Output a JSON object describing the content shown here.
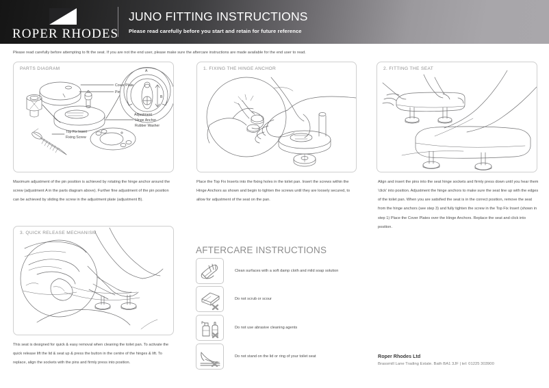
{
  "header": {
    "brand_name": "ROPER RHODES",
    "logo_icon": "diagonal-split-square-logo",
    "title": "JUNO FITTING INSTRUCTIONS",
    "subtitle": "Please read carefully before you start and retain for future reference"
  },
  "intro": {
    "text": "Please read carefully before attempting to fit the seat. If you are not the end user, please make sure the aftercare instructions are made available for the end user to read."
  },
  "panels": {
    "parts_diagram": {
      "title": "PARTS DIAGRAM",
      "labels": {
        "cover_plate": "Cover Plate",
        "pin": "Pin",
        "adjustment": "Adjustment",
        "adjustment_a": "A",
        "adjustment_b": "B",
        "hinge_anchor": "Hinge Anchor",
        "rubber_washer": "Rubber Washer",
        "top_fix_insert": "Top Fix Insert",
        "fixing_screw": "Fixing Screw"
      }
    },
    "step1": {
      "title": "1. FIXING THE HINGE ANCHOR"
    },
    "step2": {
      "title": "2. FITTING THE SEAT"
    },
    "step3": {
      "title": "3. QUICK RELEASE MECHANISM"
    }
  },
  "copy": {
    "parts": "Maximum adjustment of the pin position is achieved by rotating the hinge anchor around the screw (adjustment A in the parts diagram above). Further fine adjustment of the pin position can be achieved by sliding the screw in the adjustment plate (adjustment B).",
    "step1": "Place the Top Fix Inserts into the fixing holes in the toilet pan. Insert the screws within the Hinge Anchors as shown and begin to tighten the screws until they are loosely secured, to allow for adjustment of the seat on the pan.",
    "step2": "Align and insert the pins into the seat hinge sockets and firmly press down until you hear them 'click' into position. Adjustment the hinge anchors to make sure the seat line up with the edges of the toilet pan. When you are satisfied the seat is in the correct position, remove the seat from the hinge anchors (see step 3) and fully tighten the screw in the Top Fix Insert (shown in step 1) Place the Cover Plates over the Hinge Anchors. Replace the seat and click into position.",
    "step3": "This seat is designed for quick & easy removal when cleaning the toilet pan. To activate the quick release lift the lid & seat up & press the button in the centre of the hinges & lift. To replace, align the sockets with the pins and firmly press into position."
  },
  "aftercare": {
    "title": "AFTERCARE INSTRUCTIONS",
    "items": [
      {
        "icon": "cloth-wipe-icon",
        "label": "Clean surfaces with a soft damp cloth and mild soap solution",
        "prohibited": false
      },
      {
        "icon": "scouring-pad-icon",
        "label": "Do not scrub or scour",
        "prohibited": true
      },
      {
        "icon": "spray-bottle-icon",
        "label": "Do not use abrasive cleaning agents",
        "prohibited": true
      },
      {
        "icon": "standing-foot-icon",
        "label": "Do not stand on the lid or ring of your toilet seat",
        "prohibited": true
      }
    ]
  },
  "footer": {
    "company": "Roper Rhodes Ltd",
    "address": "Brassmill Lane Trading Estate. Bath BA1 3JF | tel: 01225 303900"
  },
  "colors": {
    "header_dark": "#151515",
    "header_light": "#a8a6aa",
    "panel_border": "#cfcfcf",
    "body_text": "#4a4a4a",
    "muted_title": "#8f8f8f"
  }
}
